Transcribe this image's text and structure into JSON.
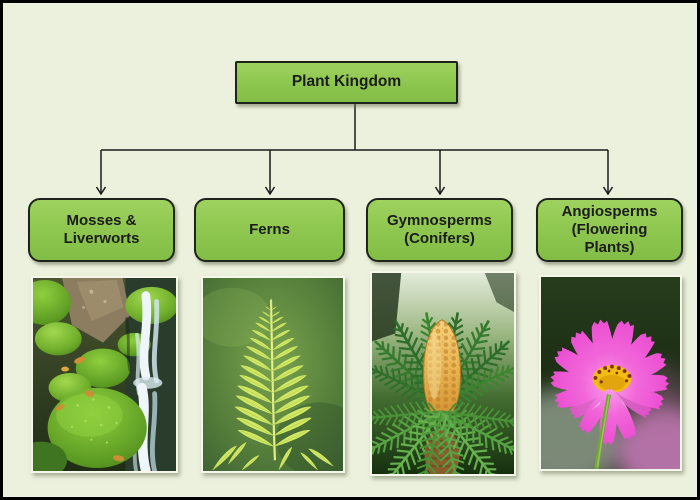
{
  "diagram": {
    "root": {
      "label": "Plant Kingdom"
    },
    "branches": [
      {
        "label": "Mosses & Liverworts",
        "photo": "moss-covered-rocks-with-waterfall"
      },
      {
        "label": "Ferns",
        "photo": "green-fern-frond"
      },
      {
        "label": "Gymnosperms (Conifers)",
        "photo": "cycad-with-yellow-cone"
      },
      {
        "label": "Angiosperms (Flowering Plants)",
        "photo": "pink-cosmos-flower"
      }
    ],
    "colors": {
      "background": "#ecf1dd",
      "node_fill": "#8dc64e",
      "node_border": "#1e241a",
      "label_text": "#1c1c1c",
      "connector": "#1a1a1a",
      "outer_border": "#000000"
    }
  }
}
